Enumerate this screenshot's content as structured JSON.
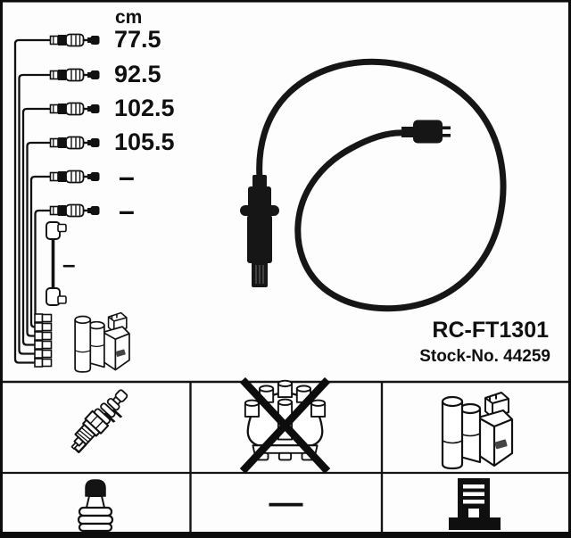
{
  "product": {
    "part_number": "RC-FT1301",
    "stock_number_label": "Stock-No. 44259"
  },
  "measurements": {
    "unit_header": "cm",
    "cable_lengths": [
      "77.5",
      "92.5",
      "102.5",
      "105.5",
      "–",
      "–"
    ],
    "coil_wire_length": "–"
  },
  "legend": {
    "not_applicable_dash": "—",
    "cells": {
      "top_left": "spark-plug",
      "top_middle": "distributor-cap-crossed-out",
      "top_right": "ignition-coil",
      "bottom_left": "plug-terminal-nut",
      "bottom_middle": "dash",
      "bottom_right": "pin-terminal"
    }
  },
  "colors": {
    "ink": "#101010",
    "background": "#ffffff"
  }
}
